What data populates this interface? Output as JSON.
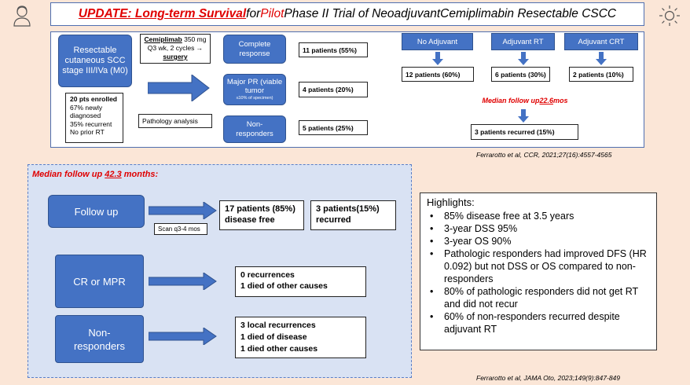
{
  "title": {
    "part1": "UPDATE: Long-term Survival",
    "part2": " for ",
    "part3": "Pilot",
    "part4": " Phase II Trial of Neoadjuvant ",
    "part5": "Cemiplimab",
    "part6": " in Resectable CSCC"
  },
  "top": {
    "scc_box": "Resectable cutaneous SCC stage III/IVa (M0)",
    "enrolled": {
      "l1": "20 pts enrolled",
      "l2": "67% newly diagnosed",
      "l3": "35% recurrent",
      "l4": "No prior RT"
    },
    "drug": {
      "name": "Cemiplimab",
      "dose": " 350 mg Q3 wk, 2 cycles → ",
      "surgery": "surgery"
    },
    "pathology": "Pathology analysis",
    "complete": "Complete response",
    "major_pr": {
      "main": "Major PR (viable tumor",
      "sub": "≤10% of specimen)"
    },
    "nonresp": "Non-responders",
    "r1": "11 patients (55%)",
    "r2": "4 patients (20%)",
    "r3": "5 patients (25%)",
    "no_adj": "No Adjuvant",
    "adj_rt": "Adjuvant RT",
    "adj_crt": "Adjuvant CRT",
    "a1": "12 patients (60%)",
    "a2": "6 patients (30%)",
    "a3": "2 patients (10%)",
    "median": {
      "pre": "Median follow up ",
      "val": "22.6",
      "post": " mos"
    },
    "recurred": "3 patients recurred (15%)",
    "cite": "Ferrarotto et al, CCR, 2021;27(16):4557-4565"
  },
  "bottom": {
    "median": {
      "pre": "Median follow up ",
      "val": "42.3",
      "post": " months:"
    },
    "follow": "Follow up",
    "scan": "Scan q3-4 mos",
    "df": {
      "l1": "17 patients (85%)",
      "l2": "disease free"
    },
    "rec": {
      "l1": "3 patients(15%)",
      "l2": "recurred"
    },
    "crmpr": "CR or MPR",
    "crmpr_res": {
      "l1": "0 recurrences",
      "l2": "1 died of other causes"
    },
    "nonresp": "Non-responders",
    "nonresp_res": {
      "l1": "3 local recurrences",
      "l2": "1 died of disease",
      "l3": "1 died other causes"
    },
    "cite": "Ferrarotto et al, JAMA Oto, 2023;149(9):847-849"
  },
  "highlights": {
    "heading": "Highlights:",
    "items": [
      "85% disease free at 3.5 years",
      "3-year DSS 95%",
      "3-year OS 90%",
      "Pathologic responders had improved DFS (HR 0.092) but not DSS or OS compared to non-responders",
      "80% of pathologic responders did not get RT and did not recur",
      "60% of non-responders recurred despite adjuvant RT"
    ]
  },
  "icons": {
    "left": "person-icon",
    "right": "sun-icon"
  },
  "colors": {
    "accent": "#4472c4",
    "red": "#e00000",
    "background": "#fbe6d7",
    "panel": "#d9e2f3"
  }
}
